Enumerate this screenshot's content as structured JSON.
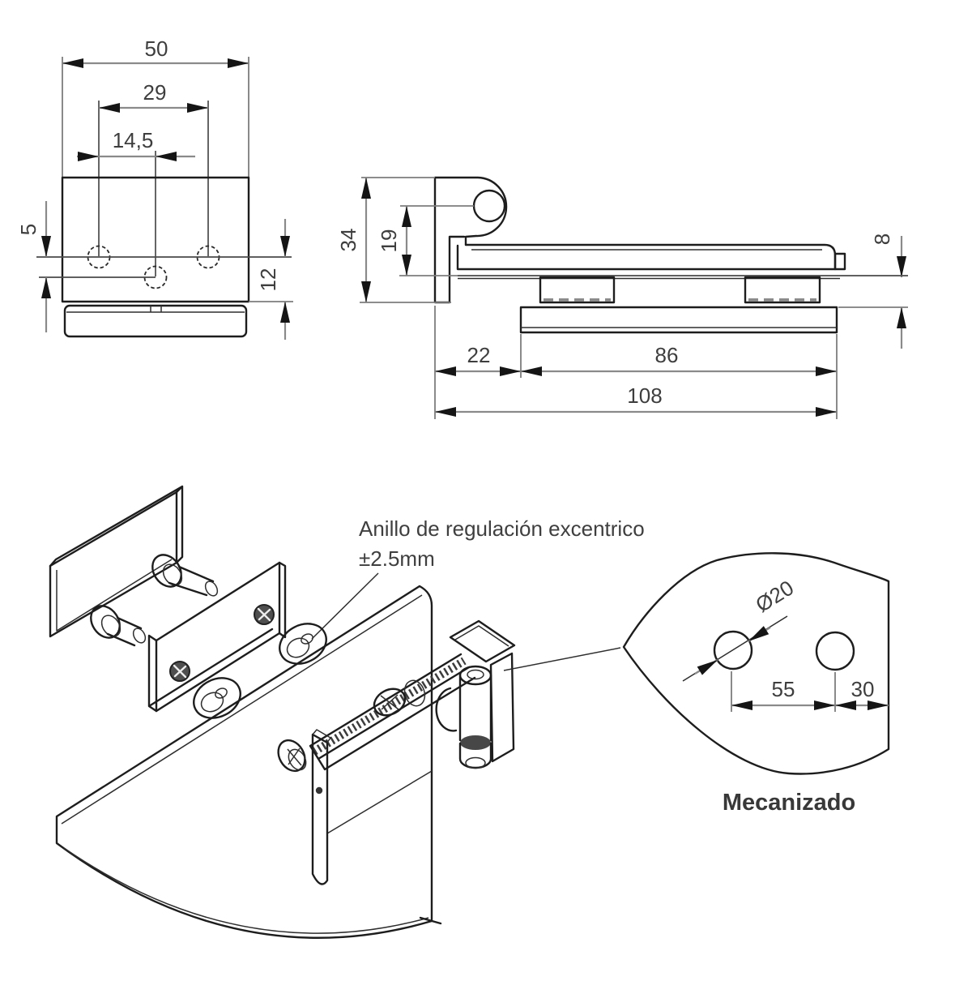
{
  "front_view": {
    "width_dim": "50",
    "hole_span_dim": "29",
    "hole_half_dim": "14,5",
    "hole_offset_dim": "5",
    "bottom_edge_dim": "12"
  },
  "side_view": {
    "height_dim": "34",
    "pivot_height_dim": "19",
    "glass_thickness_dim": "8",
    "wall_offset_dim": "22",
    "pad_length_dim": "86",
    "total_length_dim": "108"
  },
  "exploded_view": {
    "annotation_line1": "Anillo de regulación excentrico",
    "annotation_line2": "±2.5mm"
  },
  "machining_view": {
    "hole_diameter_dim": "Ø20",
    "hole_spacing_dim": "55",
    "edge_distance_dim": "30",
    "caption": "Mecanizado"
  },
  "colors": {
    "part_line": "#1d1d1d",
    "dimension_line": "#8a8a8a",
    "centerline": "#4a4a4a",
    "text": "#3e3e3e",
    "background": "#ffffff"
  }
}
